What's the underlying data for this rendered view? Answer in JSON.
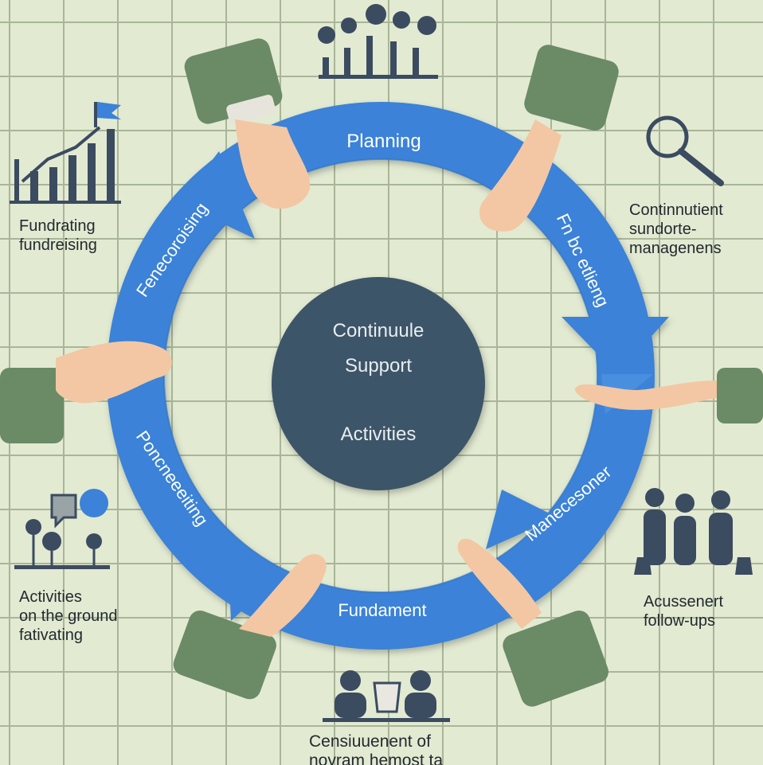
{
  "cycle": {
    "center": {
      "line1": "Continuule",
      "line2": "Support",
      "line3": "Activities"
    },
    "arrows": {
      "top": "Planning",
      "right_top": "Fn bc etlieng",
      "right_bottom": "Manecesoner",
      "bottom": "Fundament",
      "left_bottom": "Poncneeeiting",
      "left_top": "Fenecoroising"
    }
  },
  "side_labels": {
    "top_left": [
      "Fundrating",
      "fundreising"
    ],
    "top_right": [
      "Continnutient",
      "sundorte-",
      "managenens"
    ],
    "bottom_left": [
      "Activities",
      "on the ground",
      "fativating"
    ],
    "bottom_right": [
      "Acussenert",
      "follow-ups"
    ],
    "bottom_center": [
      "Censiuuenent of",
      "noyram hemost ta"
    ]
  },
  "colors": {
    "background": "#e2ead2",
    "grid": "#a9b598",
    "arrow": "#3b82d8",
    "center_circle": "#3d5468",
    "sleeve": "#6b8a66",
    "skin": "#f3c7a3",
    "icon": "#3b4b60"
  }
}
